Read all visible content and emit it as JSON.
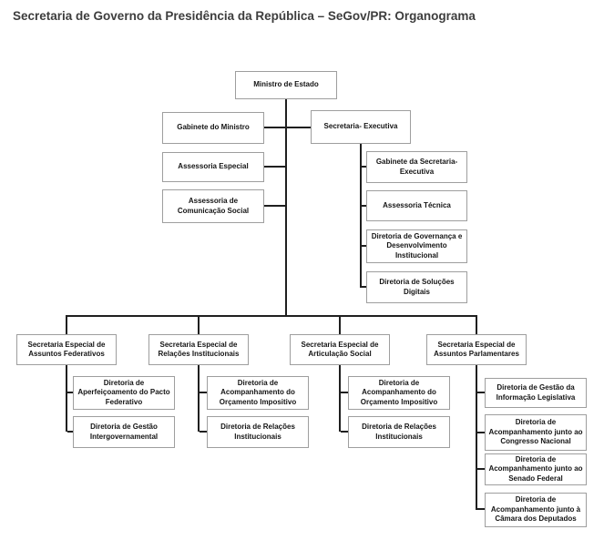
{
  "title": "Secretaria de Governo da Presidência da República – SeGov/PR: Organograma",
  "colors": {
    "background": "#ffffff",
    "box_fill": "#ffffff",
    "box_border": "#9e9e9e",
    "connector": "#1f1f1f",
    "box_text": "#141414",
    "title_text": "#3d3d3d"
  },
  "org": {
    "root": {
      "label": "Ministro de Estado"
    },
    "minister_units": [
      {
        "label": "Gabinete do Ministro"
      },
      {
        "label": "Assessoria Especial"
      },
      {
        "label": "Assessoria de Comunicação Social"
      }
    ],
    "executive": {
      "label": "Secretaria- Executiva",
      "units": [
        {
          "label": "Gabinete da Secretaria-Executiva"
        },
        {
          "label": "Assessoria Técnica"
        },
        {
          "label": "Diretoria de Governança e Desenvolvimento Institucional"
        },
        {
          "label": "Diretoria de Soluções Digitais"
        }
      ]
    },
    "special_secretariats": [
      {
        "label": "Secretaria Especial de Assuntos Federativos",
        "units": [
          {
            "label": "Diretoria de Aperfeiçoamento do Pacto Federativo"
          },
          {
            "label": "Diretoria de Gestão Intergovernamental"
          }
        ]
      },
      {
        "label": "Secretaria Especial de Relações Institucionais",
        "units": [
          {
            "label": "Diretoria de Acompanhamento do Orçamento Impositivo"
          },
          {
            "label": "Diretoria de Relações Institucionais"
          }
        ]
      },
      {
        "label": "Secretaria Especial de Articulação Social",
        "units": [
          {
            "label": "Diretoria de Acompanhamento do Orçamento Impositivo"
          },
          {
            "label": "Diretoria de Relações Institucionais"
          }
        ]
      },
      {
        "label": "Secretaria Especial de Assuntos Parlamentares",
        "units": [
          {
            "label": "Diretoria de Gestão da Informação Legislativa"
          },
          {
            "label": "Diretoria de Acompanhamento junto ao Congresso Nacional"
          },
          {
            "label": "Diretoria de Acompanhamento junto ao Senado Federal"
          },
          {
            "label": "Diretoria de Acompanhamento junto à Câmara dos Deputados"
          }
        ]
      }
    ]
  }
}
